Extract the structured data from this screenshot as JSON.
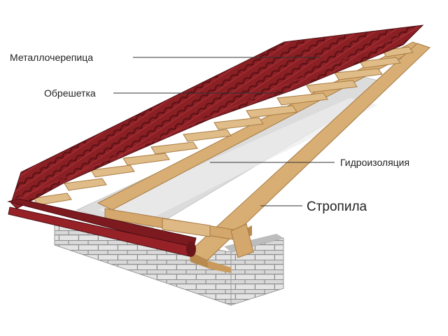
{
  "labels": {
    "metal_tile": "Металлочерепица",
    "battens": "Обрешетка",
    "waterproofing": "Гидроизоляция",
    "rafters": "Стропила"
  },
  "colors": {
    "roof_tile": "#8a1f24",
    "roof_tile_dark": "#5e1216",
    "wood": "#d9b37a",
    "wood_dark": "#b88a4e",
    "membrane": "#dcdcdc",
    "brick": "#cfcfcf",
    "leader_line": "#333333"
  }
}
